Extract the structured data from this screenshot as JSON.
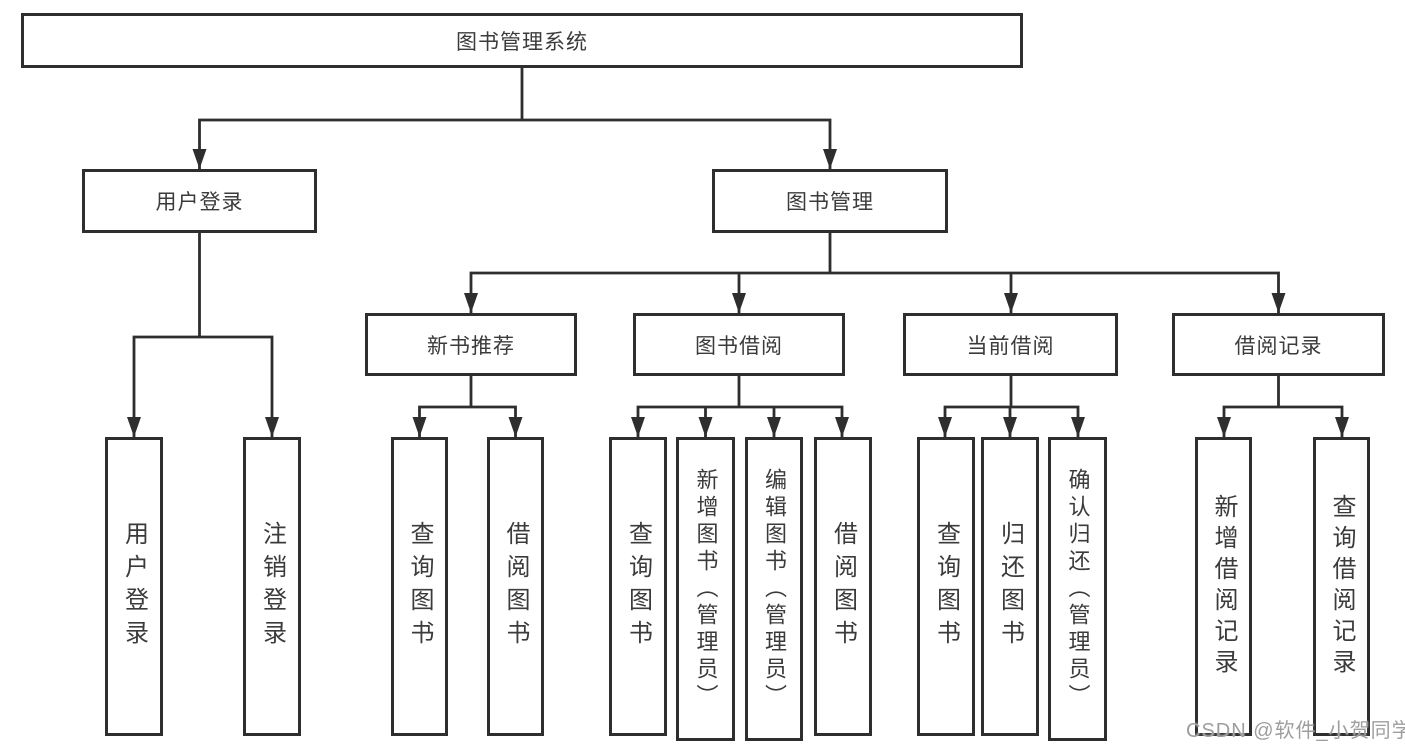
{
  "diagram": {
    "root": {
      "label": "图书管理系统",
      "children": [
        {
          "label": "用户登录",
          "children": [
            {
              "label": "用户登录"
            },
            {
              "label": "注销登录"
            }
          ]
        },
        {
          "label": "图书管理",
          "children": [
            {
              "label": "新书推荐",
              "children": [
                {
                  "label": "查询图书"
                },
                {
                  "label": "借阅图书"
                }
              ]
            },
            {
              "label": "图书借阅",
              "children": [
                {
                  "label": "查询图书"
                },
                {
                  "label": "新增图书（管理员）"
                },
                {
                  "label": "编辑图书（管理员）"
                },
                {
                  "label": "借阅图书"
                }
              ]
            },
            {
              "label": "当前借阅",
              "children": [
                {
                  "label": "查询图书"
                },
                {
                  "label": "归还图书"
                },
                {
                  "label": "确认归还（管理员）"
                }
              ]
            },
            {
              "label": "借阅记录",
              "children": [
                {
                  "label": "新增借阅记录"
                },
                {
                  "label": "查询借阅记录"
                }
              ]
            }
          ]
        }
      ]
    }
  },
  "watermark": "CSDN @软件_小贺同学",
  "colors": {
    "line": "#2e2e2e",
    "text": "#3b3b3b",
    "watermark": "#9e9e9e",
    "background": "#ffffff"
  }
}
